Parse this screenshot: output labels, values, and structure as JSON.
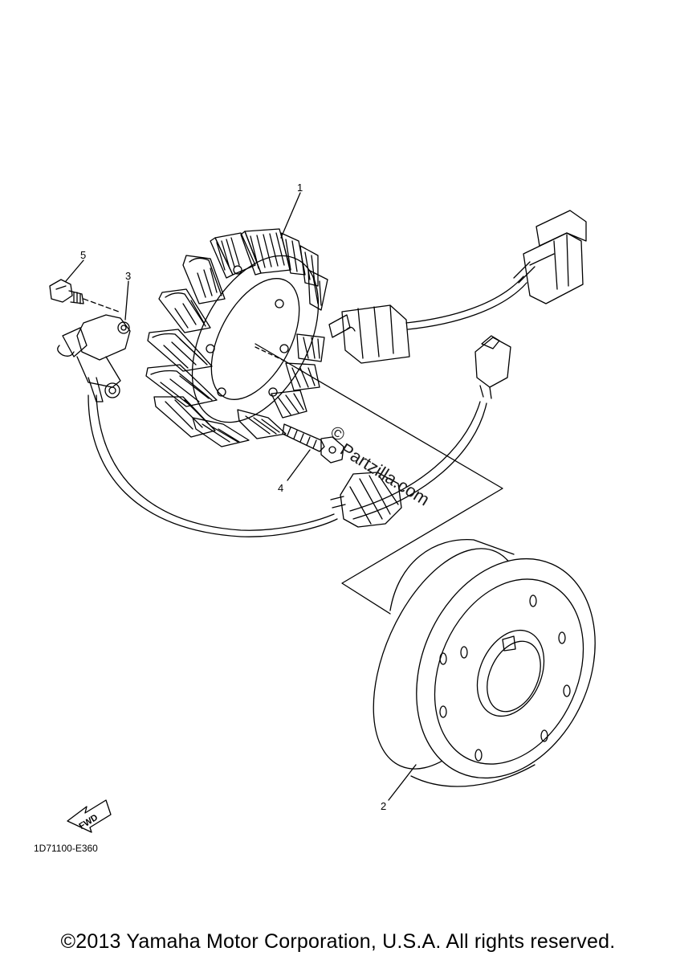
{
  "callouts": [
    {
      "id": "1",
      "label": "1"
    },
    {
      "id": "2",
      "label": "2"
    },
    {
      "id": "3",
      "label": "3"
    },
    {
      "id": "4",
      "label": "4"
    },
    {
      "id": "5",
      "label": "5"
    }
  ],
  "direction_arrow": {
    "label": "FWD"
  },
  "diagram_code": "1D71100-E360",
  "watermark": {
    "symbol": "©",
    "text": "Partzilla.com"
  },
  "copyright": "©2013 Yamaha Motor Corporation, U.S.A. All rights reserved."
}
